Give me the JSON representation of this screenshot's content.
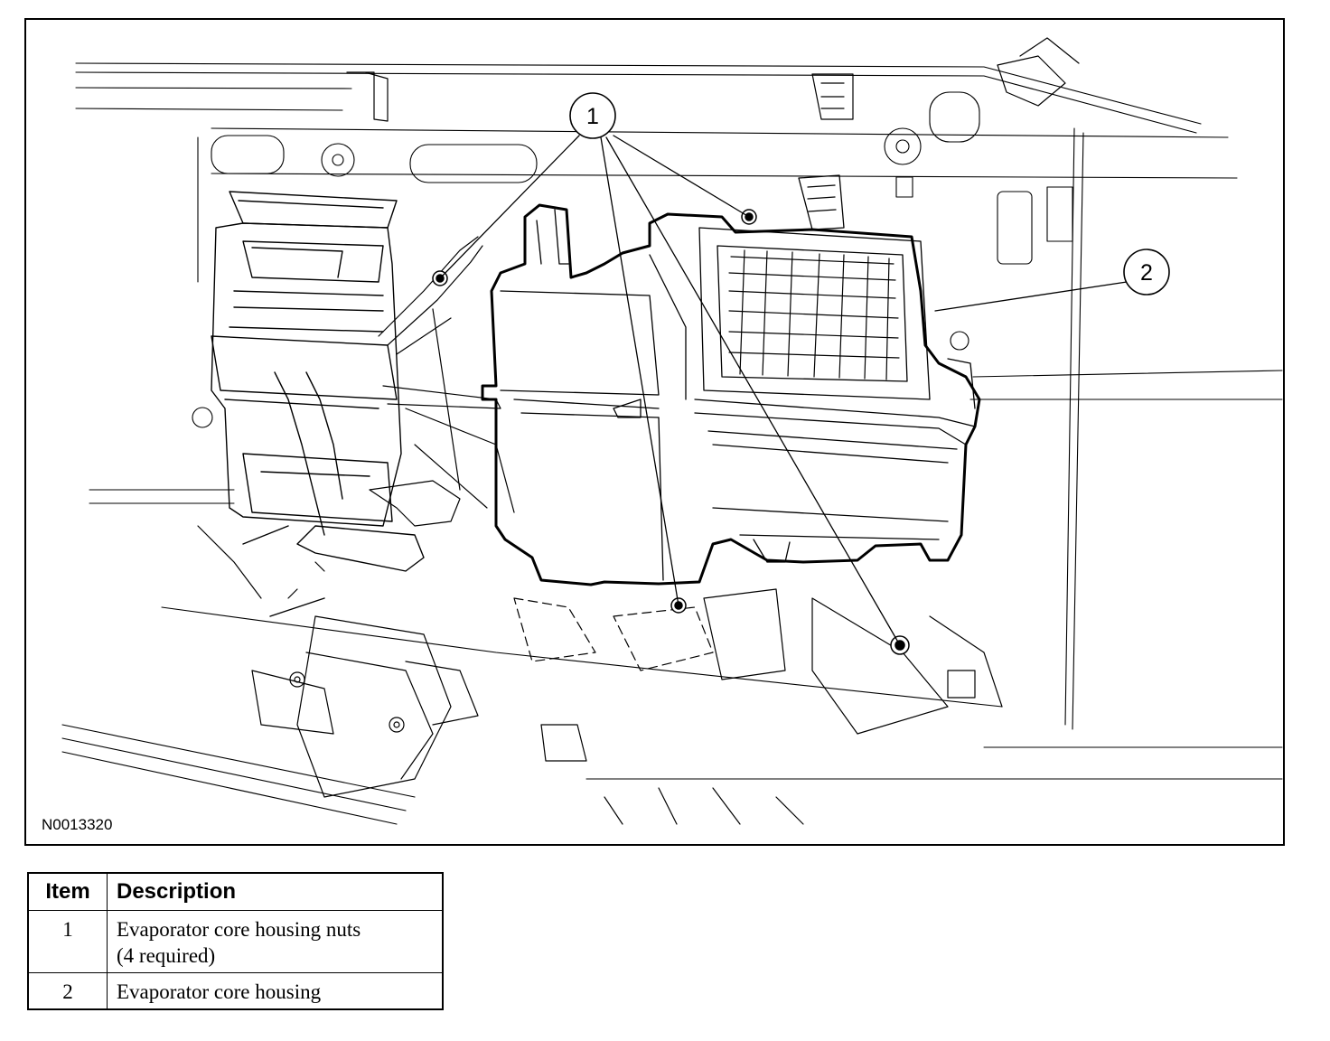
{
  "figure": {
    "id": "N0013320",
    "callouts": [
      "1",
      "2"
    ]
  },
  "legend": {
    "headers": {
      "item": "Item",
      "description": "Description"
    },
    "rows": [
      {
        "item": "1",
        "description": "Evaporator core housing nuts\n(4 required)"
      },
      {
        "item": "2",
        "description": "Evaporator core housing"
      }
    ]
  }
}
